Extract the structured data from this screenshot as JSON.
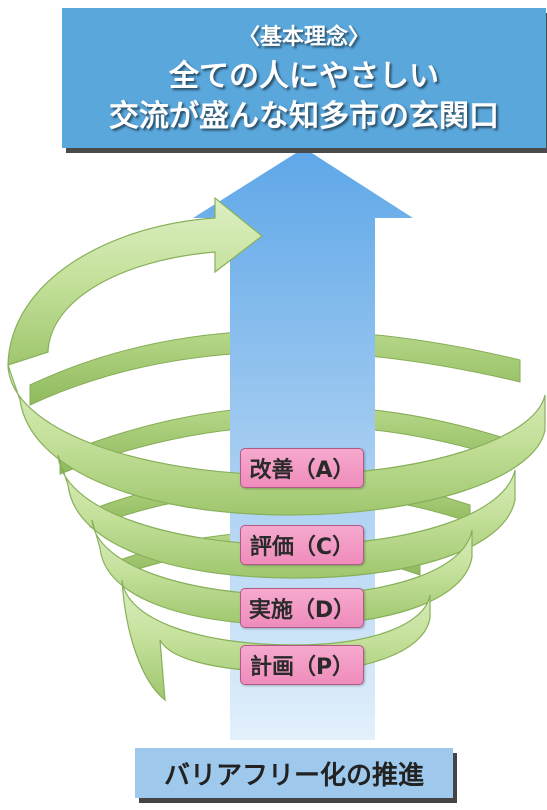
{
  "header": {
    "subtitle": "〈基本理念〉",
    "line1": "全ての人にやさしい",
    "line2": "交流が盛んな知多市の玄関口"
  },
  "cycle_steps": [
    {
      "label": "改善（A）"
    },
    {
      "label": "評価（C）"
    },
    {
      "label": "実施（D）"
    },
    {
      "label": "計画（P）"
    }
  ],
  "footer": {
    "label": "バリアフリー化の推進"
  },
  "colors": {
    "header_bg": "#5aa7dc",
    "arrow": "#7fb8ea",
    "spiral": "#c8e2a0",
    "pill": "#f29ac4",
    "footer_bg": "#9ec9ec"
  }
}
